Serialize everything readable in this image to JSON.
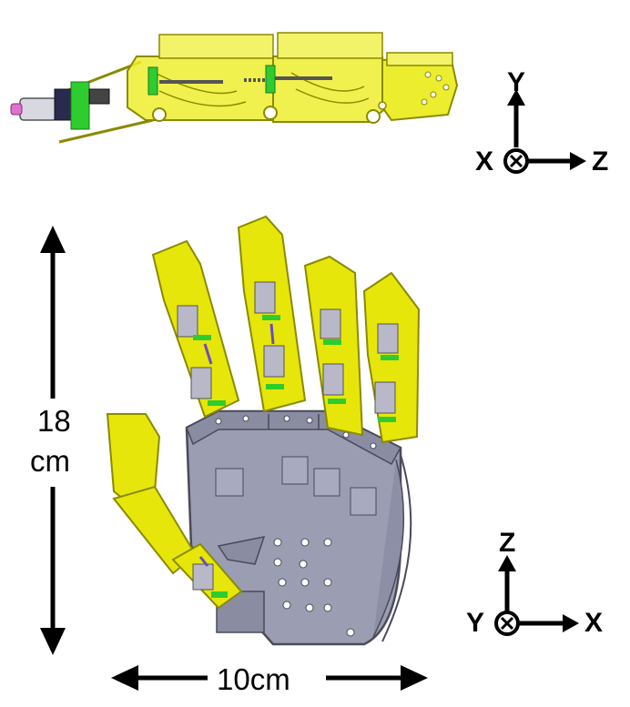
{
  "figure": {
    "top_view": {
      "axes": {
        "up": "Y",
        "right": "Z",
        "origin": "X"
      }
    },
    "front_view": {
      "axes": {
        "up": "Z",
        "right": "X",
        "origin": "Y"
      },
      "height_label_value": "18",
      "height_label_unit": "cm",
      "width_label": "10cm"
    }
  },
  "colors": {
    "finger_yellow": "#e6e60a",
    "finger_outline": "#8a8a00",
    "palm_gray": "#9b9db2",
    "palm_outline": "#4a4a5a",
    "servo_gray": "#b8b8c8",
    "connector_green": "#2ecc2e",
    "motor_purple": "#6a4cc4",
    "arrow_black": "#000000"
  }
}
